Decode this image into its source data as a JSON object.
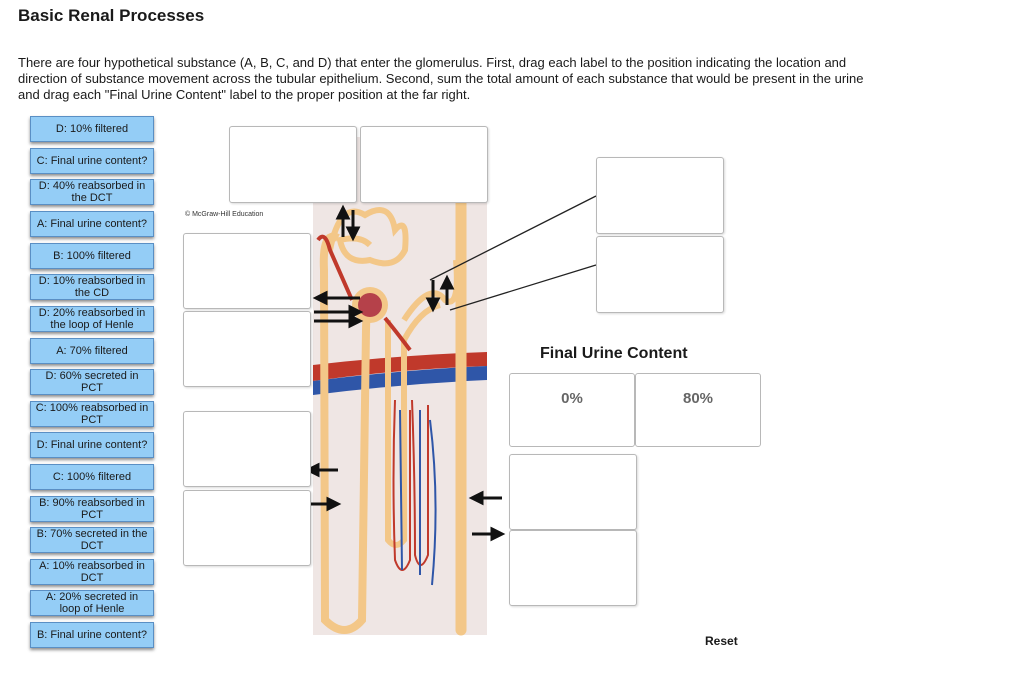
{
  "page": {
    "title": "Basic Renal Processes",
    "instructions": "There are four hypothetical substance (A, B, C, and D) that enter the glomerulus.  First, drag each label to the position indicating the location and direction of substance movement across the tubular epithelium.  Second, sum the total amount of each substance that would be present in the urine and drag each \"Final Urine Content\" label to the proper position at the far right."
  },
  "labels": [
    "D: 10% filtered",
    "C: Final urine content?",
    "D: 40% reabsorbed in the DCT",
    "A: Final urine content?",
    "B: 100% filtered",
    "D: 10% reabsorbed in the CD",
    "D: 20% reabsorbed in the loop of Henle",
    "A: 70% filtered",
    "D: 60% secreted in PCT",
    "C: 100% reabsorbed in PCT",
    "D: Final urine content?",
    "C: 100% filtered",
    "B: 90% reabsorbed in PCT",
    "B: 70% secreted in the DCT",
    "A: 10% reabsorbed in DCT",
    "A: 20% secreted in loop of Henle",
    "B: Final urine content?"
  ],
  "copyright": "© McGraw-Hill Education",
  "final_urine": {
    "title": "Final Urine Content",
    "values": [
      "0%",
      "80%"
    ]
  },
  "reset_label": "Reset",
  "colors": {
    "label_fill": "#94cdf6",
    "tubule": "#f3c788",
    "artery": "#c0392b",
    "vein": "#2f56a8"
  }
}
